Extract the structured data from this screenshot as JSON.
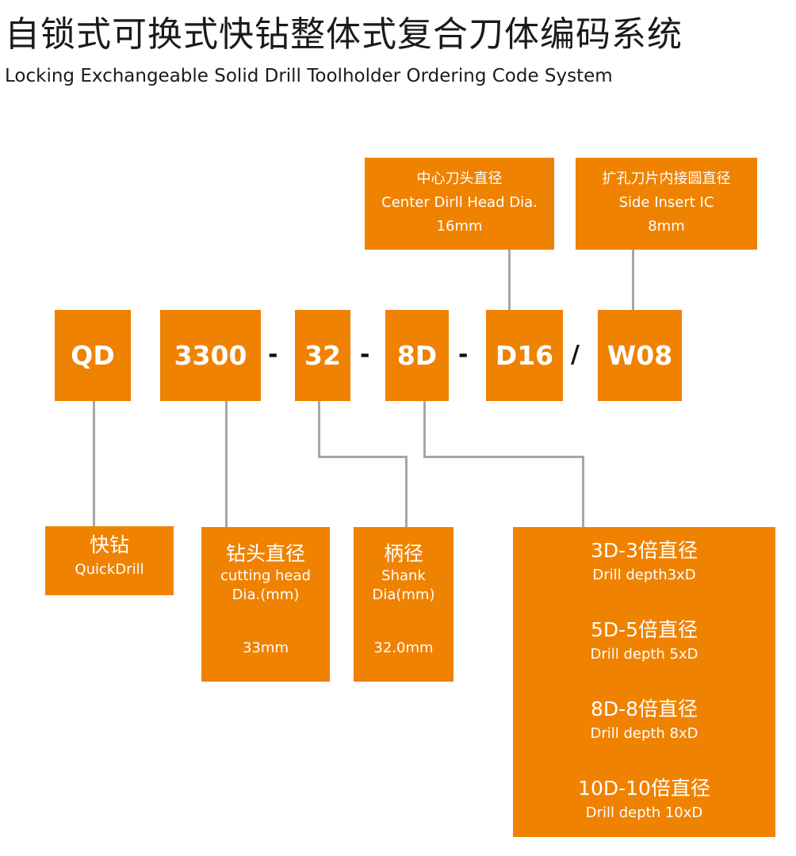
{
  "title_zh": "自锁式可换式快钻整体式复合刀体编码系统",
  "title_en": "Locking Exchangeable Solid Drill Toolholder Ordering Code System",
  "code": {
    "segments": [
      "QD",
      "3300",
      "32",
      "8D",
      "D16",
      "W08"
    ],
    "separators": [
      "-",
      "-",
      "-",
      "/"
    ]
  },
  "top_boxes": {
    "center_head": {
      "zh": "中心刀头直径",
      "en": "Center Dirll Head Dia.",
      "value": "16mm"
    },
    "side_insert": {
      "zh": "扩孔刀片内接圆直径",
      "en": "Side Insert IC",
      "value": "8mm"
    }
  },
  "bottom_boxes": {
    "quickdrill": {
      "zh": "快钻",
      "en": "QuickDrill"
    },
    "cutting_head": {
      "zh": "钻头直径",
      "en1": "cutting head",
      "en2": "Dia.(mm)",
      "value": "33mm"
    },
    "shank": {
      "zh": "柄径",
      "en1": "Shank",
      "en2": "Dia(mm)",
      "value": "32.0mm"
    },
    "depth": [
      {
        "zh": "3D-3倍直径",
        "en": "Drill depth3xD"
      },
      {
        "zh": "5D-5倍直径",
        "en": "Drill depth 5xD"
      },
      {
        "zh": "8D-8倍直径",
        "en": "Drill depth 8xD"
      },
      {
        "zh": "10D-10倍直径",
        "en": "Drill depth 10xD"
      }
    ]
  },
  "colors": {
    "box": "#ef8200",
    "line": "#a6a6a6",
    "text": "#ffffff"
  }
}
